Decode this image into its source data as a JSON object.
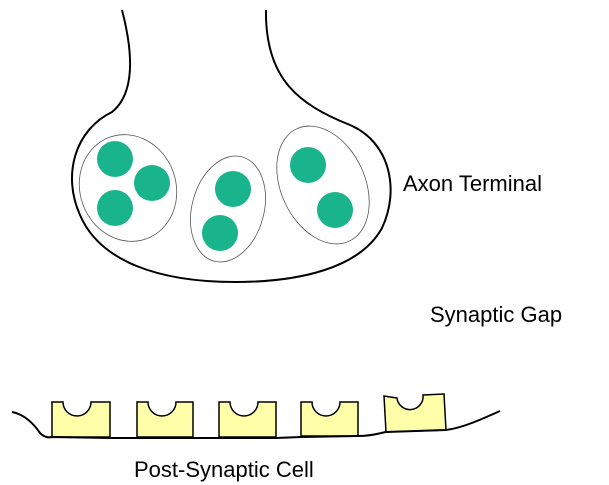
{
  "labels": {
    "axon_terminal": "Axon Terminal",
    "synaptic_gap": "Synaptic Gap",
    "post_synaptic_cell": "Post-Synaptic Cell"
  },
  "colors": {
    "background": "#ffffff",
    "outline": "#000000",
    "vesicle_outline": "#555555",
    "neurotransmitter": "#19b38c",
    "receptor": "#ffffaa"
  },
  "vesicles": [
    {
      "name": "vesicle-left",
      "neurotransmitter_count": 3
    },
    {
      "name": "vesicle-middle",
      "neurotransmitter_count": 2
    },
    {
      "name": "vesicle-right",
      "neurotransmitter_count": 2
    }
  ],
  "receptors": {
    "count": 5
  }
}
